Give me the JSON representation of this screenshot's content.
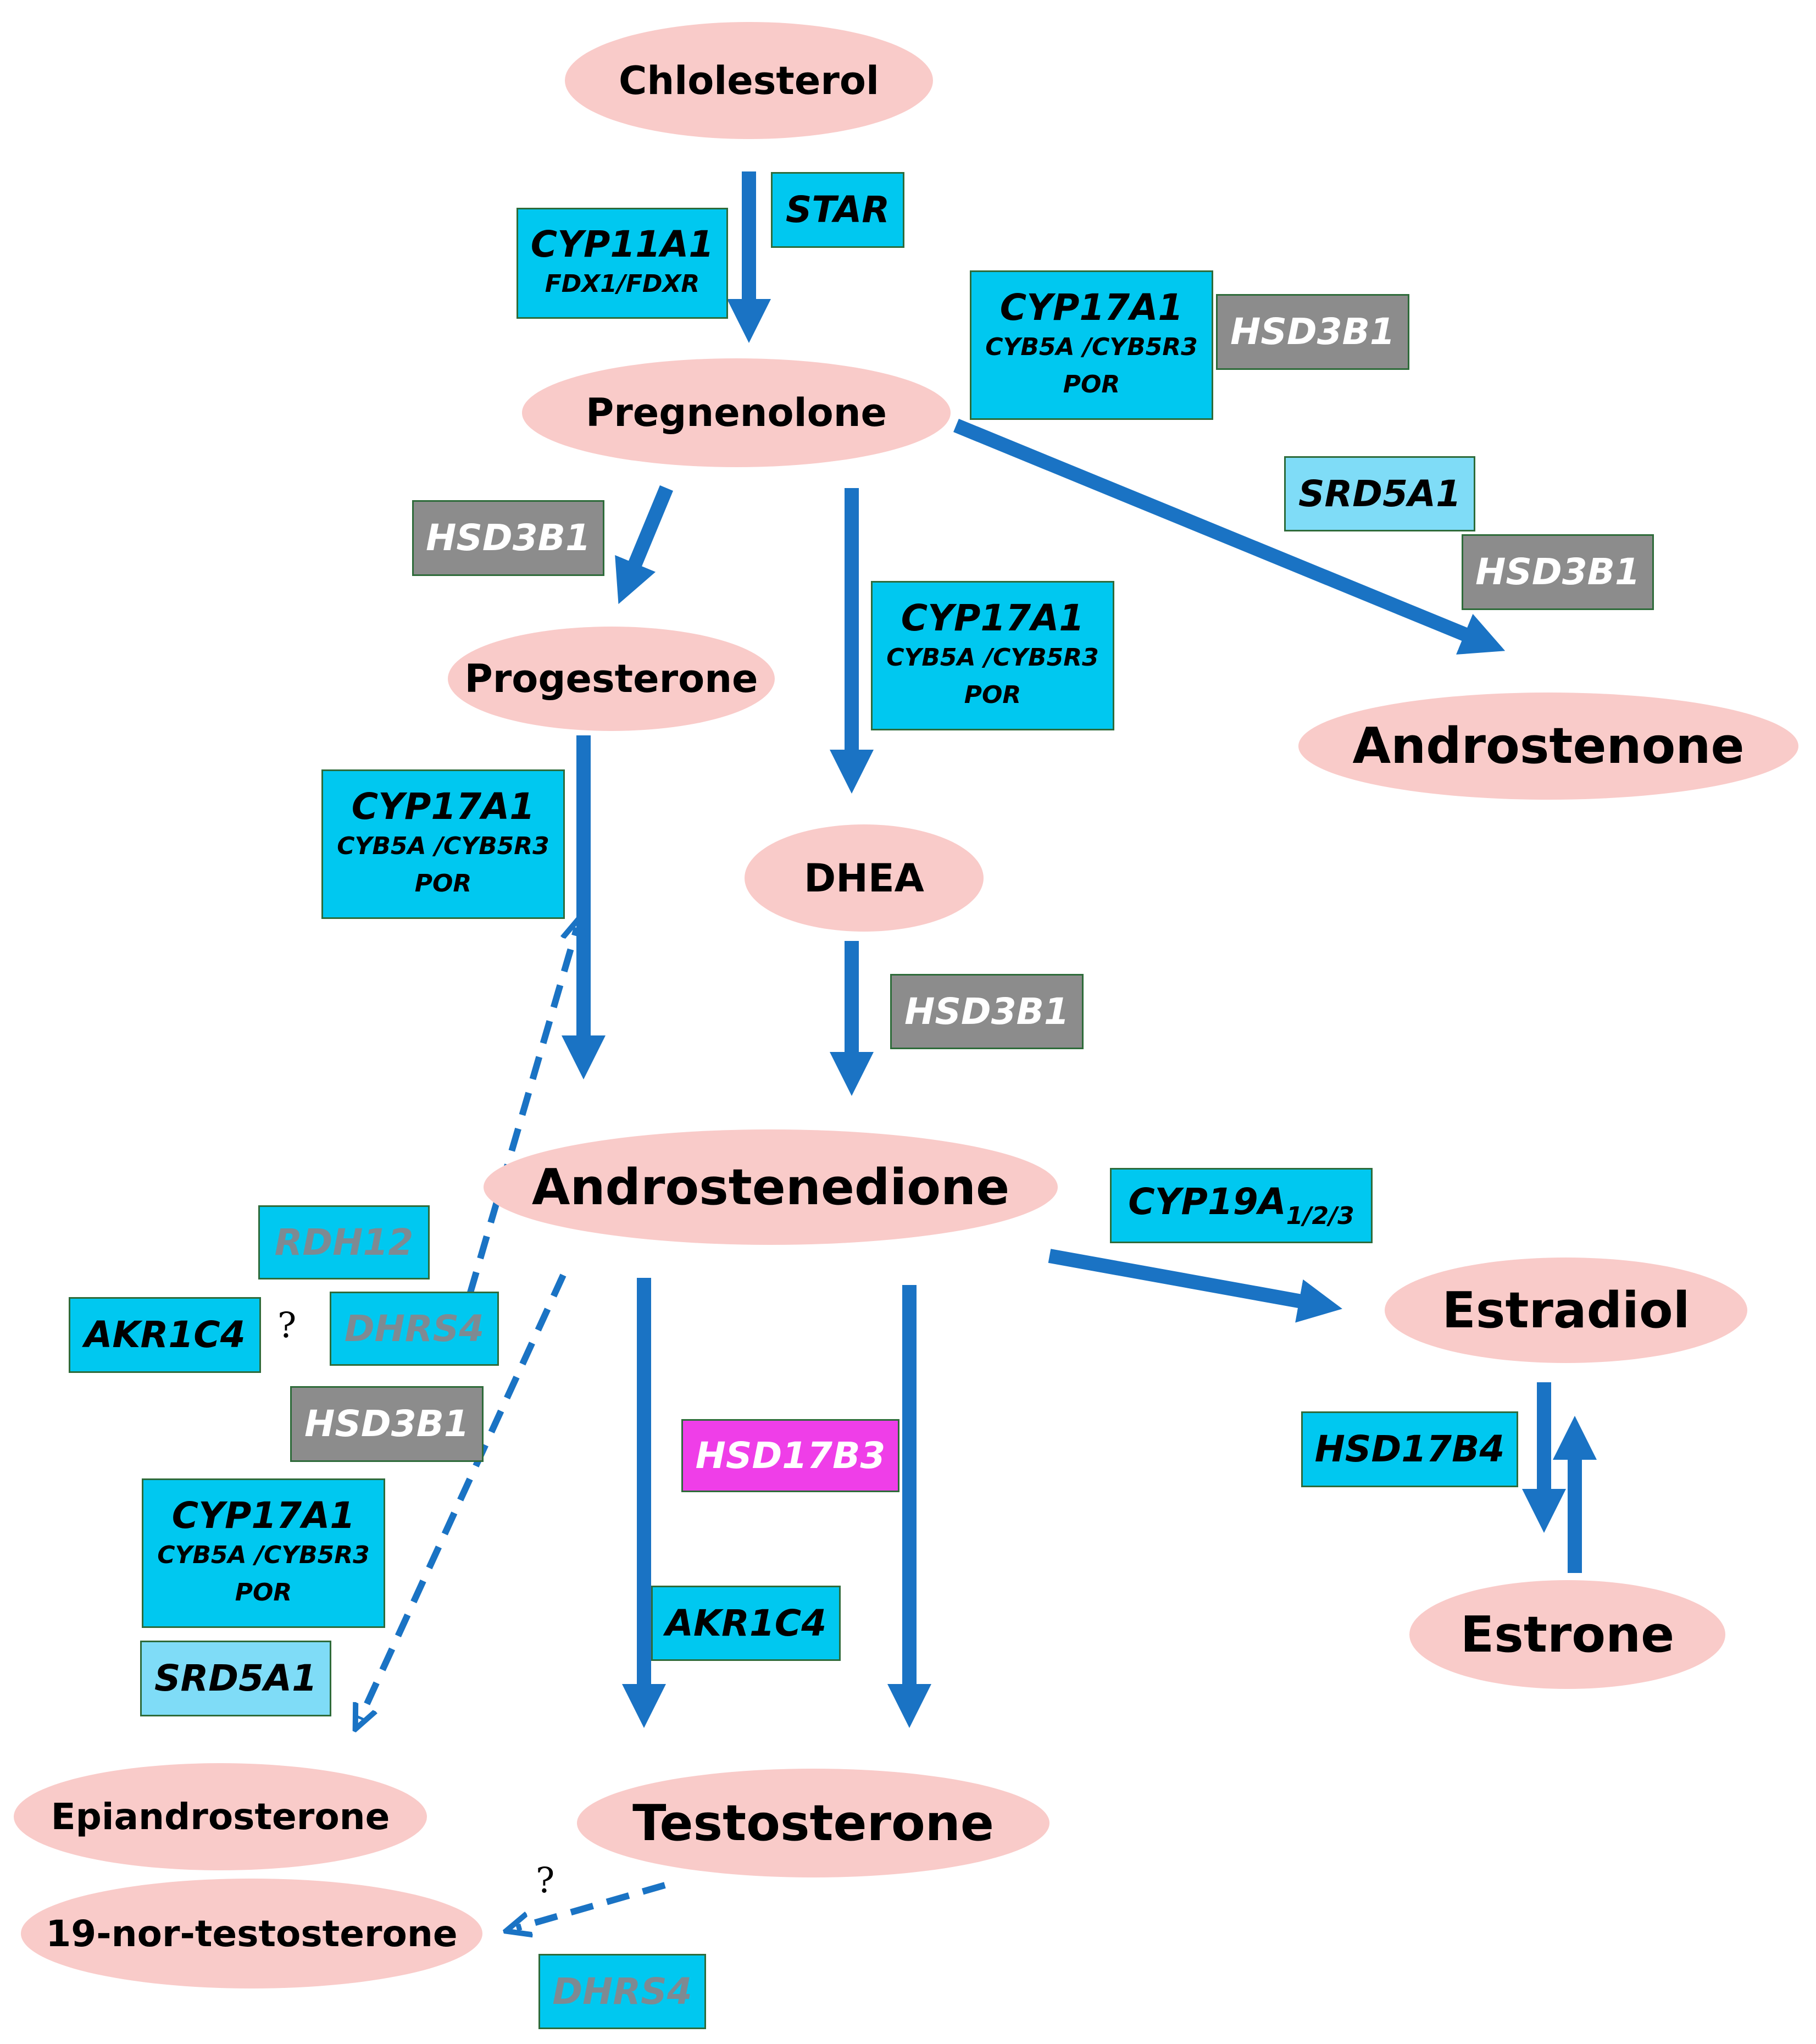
{
  "metabolites": {
    "cholesterol": "Chlolesterol",
    "pregnenolone": "Pregnenolone",
    "progesterone": "Progesterone",
    "dhea": "DHEA",
    "androstenone": "Androstenone",
    "androstenedione": "Androstenedione",
    "estradiol": "Estradiol",
    "estrone": "Estrone",
    "epiandrosterone": "Epiandrosterone",
    "testosterone": "Testosterone",
    "nor_testosterone": "19-nor-testosterone"
  },
  "enzymes": {
    "star": "STAR",
    "cyp11a1": {
      "name": "CYP11A1",
      "cofactors": "FDX1/FDXR"
    },
    "cyp17a1_top": {
      "name": "CYP17A1",
      "cofactors1": "CYB5A /CYB5R3",
      "cofactors2": "POR"
    },
    "hsd3b1_top": "HSD3B1",
    "srd5a1_top": "SRD5A1",
    "hsd3b1_right": "HSD3B1",
    "hsd3b1_left": "HSD3B1",
    "cyp17a1_mid": {
      "name": "CYP17A1",
      "cofactors1": "CYB5A /CYB5R3",
      "cofactors2": "POR"
    },
    "cyp17a1_left": {
      "name": "CYP17A1",
      "cofactors1": "CYB5A /CYB5R3",
      "cofactors2": "POR"
    },
    "hsd3b1_dhea": "HSD3B1",
    "cyp19a": {
      "name": "CYP19A",
      "subscript": "1/2/3"
    },
    "rdh12": "RDH12",
    "akr1c4_left": "AKR1C4",
    "dhrs4_left": "DHRS4",
    "hsd3b1_lower": "HSD3B1",
    "cyp17a1_lower": {
      "name": "CYP17A1",
      "cofactors1": "CYB5A /CYB5R3",
      "cofactors2": "POR"
    },
    "srd5a1_lower": "SRD5A1",
    "hsd17b3": "HSD17B3",
    "akr1c4_mid": "AKR1C4",
    "hsd17b4": "HSD17B4",
    "dhrs4_bottom": "DHRS4"
  },
  "markers": {
    "question_left": "?",
    "question_bottom": "?"
  },
  "colors": {
    "metabolite_fill": "#f9cbc9",
    "enzyme_blue": "#00c8f0",
    "enzyme_light_blue": "#7fdcf7",
    "enzyme_gray": "#8c8c8c",
    "enzyme_magenta": "#ef3ee8",
    "arrow": "#1a73c4"
  }
}
